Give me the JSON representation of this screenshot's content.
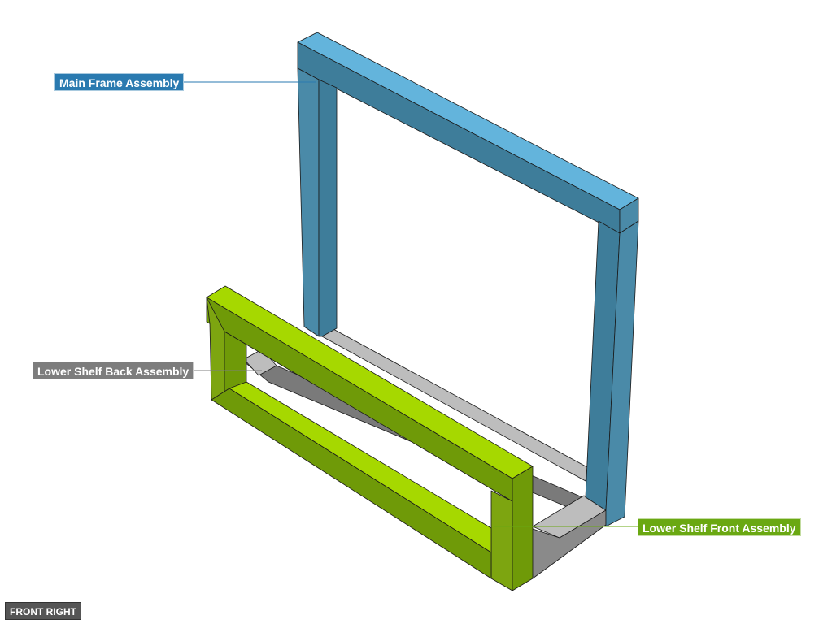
{
  "callouts": {
    "main_frame": {
      "label": "Main Frame Assembly",
      "color": "#2a7ab0"
    },
    "lower_shelf_back": {
      "label": "Lower Shelf Back Assembly",
      "color": "#7d7d7d"
    },
    "lower_shelf_front": {
      "label": "Lower Shelf Front Assembly",
      "color": "#6aa812"
    }
  },
  "view": {
    "label": "FRONT RIGHT"
  },
  "colors": {
    "frame_top": "#63b4dc",
    "frame_front": "#3e7d9a",
    "frame_side": "#4a8aa8",
    "back_top": "#bdbdbd",
    "back_side": "#8a8a8a",
    "back_dark": "#7a7a7a",
    "front_top": "#a6d800",
    "front_side": "#6f9a08",
    "front_dark": "#7da510",
    "edge": "#1a1a1a"
  }
}
